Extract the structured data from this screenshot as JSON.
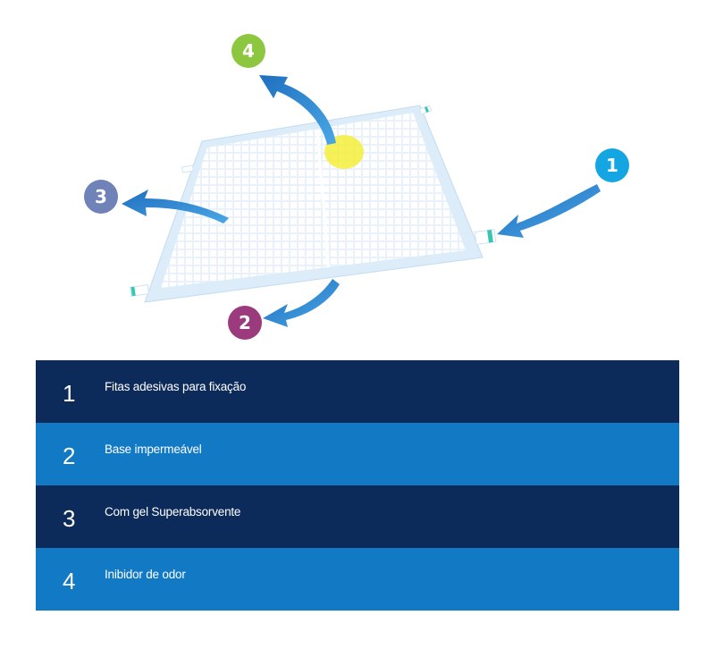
{
  "diagram": {
    "markers": [
      {
        "number": "1",
        "color": "#14a5e3"
      },
      {
        "number": "2",
        "color": "#9b3a7c"
      },
      {
        "number": "3",
        "color": "#6f83b8"
      },
      {
        "number": "4",
        "color": "#8dc63f"
      }
    ],
    "arrow_color": "#2a7dc7",
    "pad_color": "#dbe9f7",
    "gel_spot_color": "#f3ee3a"
  },
  "legend": {
    "rows": [
      {
        "number": "1",
        "label": "Fitas adesivas para fixação",
        "bg": "#0c2a5a"
      },
      {
        "number": "2",
        "label": "Base impermeável",
        "bg": "#1279c5"
      },
      {
        "number": "3",
        "label": "Com gel Superabsorvente",
        "bg": "#0c2a5a"
      },
      {
        "number": "4",
        "label": "Inibidor de odor",
        "bg": "#1279c5"
      }
    ]
  }
}
